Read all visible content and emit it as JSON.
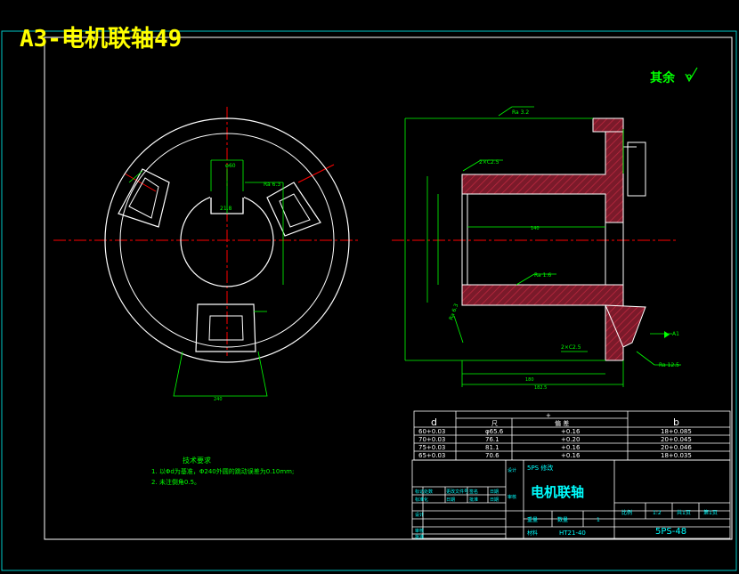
{
  "title": "A3-电机联轴49",
  "surface_note": "其余",
  "roughness": {
    "r1": "Ra 3.2",
    "r2": "Ra 6.3",
    "r3": "Ra 1.6",
    "r4": "Ra 6.3",
    "r5": "Ra 12.5"
  },
  "chamfers": {
    "c1": "2×C2.5",
    "c2": "2×C2.5"
  },
  "callout_a1": "A1",
  "tech_req": {
    "heading": "技术要求",
    "lines": [
      "1. 以Φd为基准，Φ240外圆的跳动误差为0.10mm;",
      "2. 未注倒角0.5。"
    ]
  },
  "param_table": {
    "headers": [
      "d",
      "尺",
      "偏 差",
      "b"
    ],
    "sub_header_plus": "+",
    "rows": [
      [
        "60+0.03",
        "φ65.6",
        "+0.16",
        "18+0.085"
      ],
      [
        "70+0.03",
        "76.1",
        "+0.20",
        "20+0.045"
      ],
      [
        "75+0.03",
        "81.1",
        "+0.16",
        "20+0.046"
      ],
      [
        "65+0.03",
        "70.6",
        "+0.16",
        "18+0.035"
      ]
    ]
  },
  "title_block": {
    "company": "5PS 修改",
    "part_name": "电机联轴",
    "material": "HT21-40",
    "drawing_no": "5PS-48",
    "scale_label": "比例",
    "scale": "1:2",
    "sheet_label1": "共1页",
    "sheet_label2": "第1页",
    "quantity_label": "数量",
    "quantity": "1",
    "weight_label": "重量",
    "material_label": "材料",
    "design": "设计",
    "check": "审核",
    "rows_left": [
      "标记处数",
      "更改文件号",
      "签名",
      "日期"
    ],
    "row2_left": [
      "标准化",
      "日期",
      "批准",
      "日期"
    ],
    "designer": "设计",
    "auditor": "审核",
    "approver": "批准"
  },
  "colors": {
    "background": "#000000",
    "border": "#00c8c8",
    "dimension": "#00ff00",
    "outline": "#ffffff",
    "centerline": "#ff0000",
    "hatch": "#a0182c",
    "title_text": "#ffff00",
    "table_text": "#00ffff"
  }
}
